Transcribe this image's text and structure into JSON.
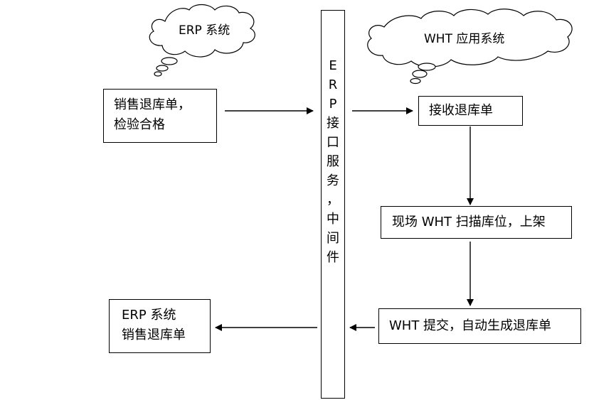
{
  "clouds": {
    "erp": "ERP 系统",
    "wht": "WHT 应用系统"
  },
  "middleware": {
    "chars": [
      "E",
      "R",
      "P",
      "接",
      "口",
      "服",
      "务",
      "，",
      "中",
      "间",
      "件"
    ]
  },
  "boxes": {
    "sales_return": {
      "lines": [
        "销售退库单，",
        "检验合格"
      ]
    },
    "receive": {
      "lines": [
        "接收退库单"
      ]
    },
    "scan": {
      "lines": [
        "现场 WHT 扫描库位，上架"
      ]
    },
    "submit": {
      "lines": [
        "WHT 提交，自动生成退库单"
      ]
    },
    "erp_result": {
      "lines": [
        "ERP 系统",
        "销售退库单"
      ]
    }
  }
}
